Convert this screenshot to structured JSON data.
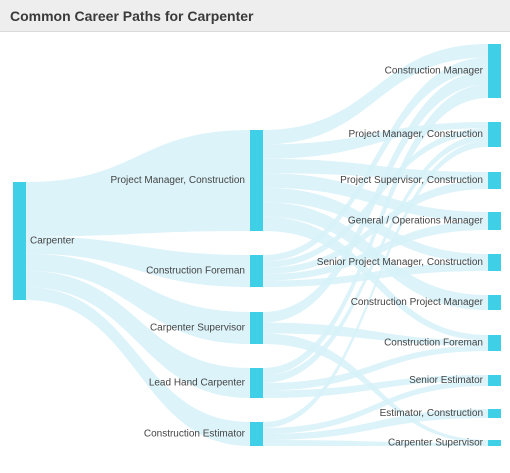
{
  "header": {
    "title": "Common Career Paths for Carpenter"
  },
  "colors": {
    "node": "#3fcfe6",
    "link": "#d6f1f8",
    "header_bg": "#eeeeee",
    "text": "#444444"
  },
  "diagram": {
    "source": "Carpenter",
    "level1": [
      "Project Manager, Construction",
      "Construction Foreman",
      "Carpenter Supervisor",
      "Lead Hand Carpenter",
      "Construction Estimator"
    ],
    "level2": [
      "Construction Manager",
      "Project Manager, Construction",
      "Project Supervisor, Construction",
      "General / Operations Manager",
      "Senior Project Manager, Construction",
      "Construction Project Manager",
      "Construction Foreman",
      "Senior Estimator",
      "Estimator, Construction",
      "Carpenter Supervisor"
    ]
  }
}
